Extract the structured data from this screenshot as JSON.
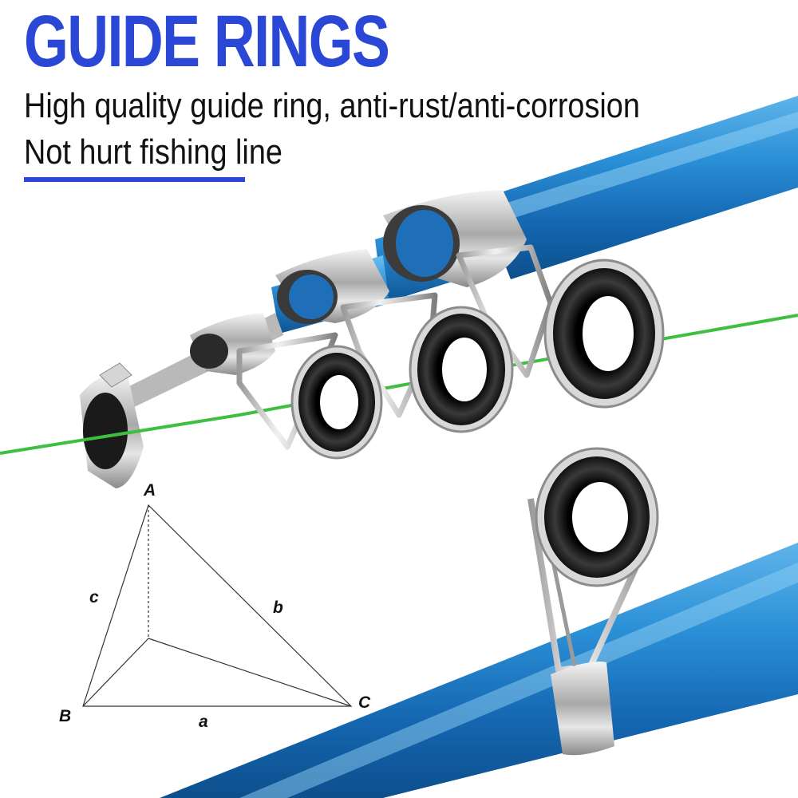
{
  "title": "GUIDE RINGS",
  "features": [
    "High quality guide ring, anti-rust/anti-corrosion",
    "Not hurt fishing line"
  ],
  "triangle": {
    "vertices": {
      "A": "A",
      "B": "B",
      "C": "C"
    },
    "sides": {
      "a": "a",
      "b": "b",
      "c": "c"
    }
  },
  "colors": {
    "title": "#2b47d6",
    "underline": "#2b47d6",
    "rod_blue": "#1f7ec8",
    "rod_highlight": "#7cc3ee",
    "line_green": "#3fbf3f",
    "ring_black": "#1a1a1a",
    "steel": "#c8c8c8"
  }
}
